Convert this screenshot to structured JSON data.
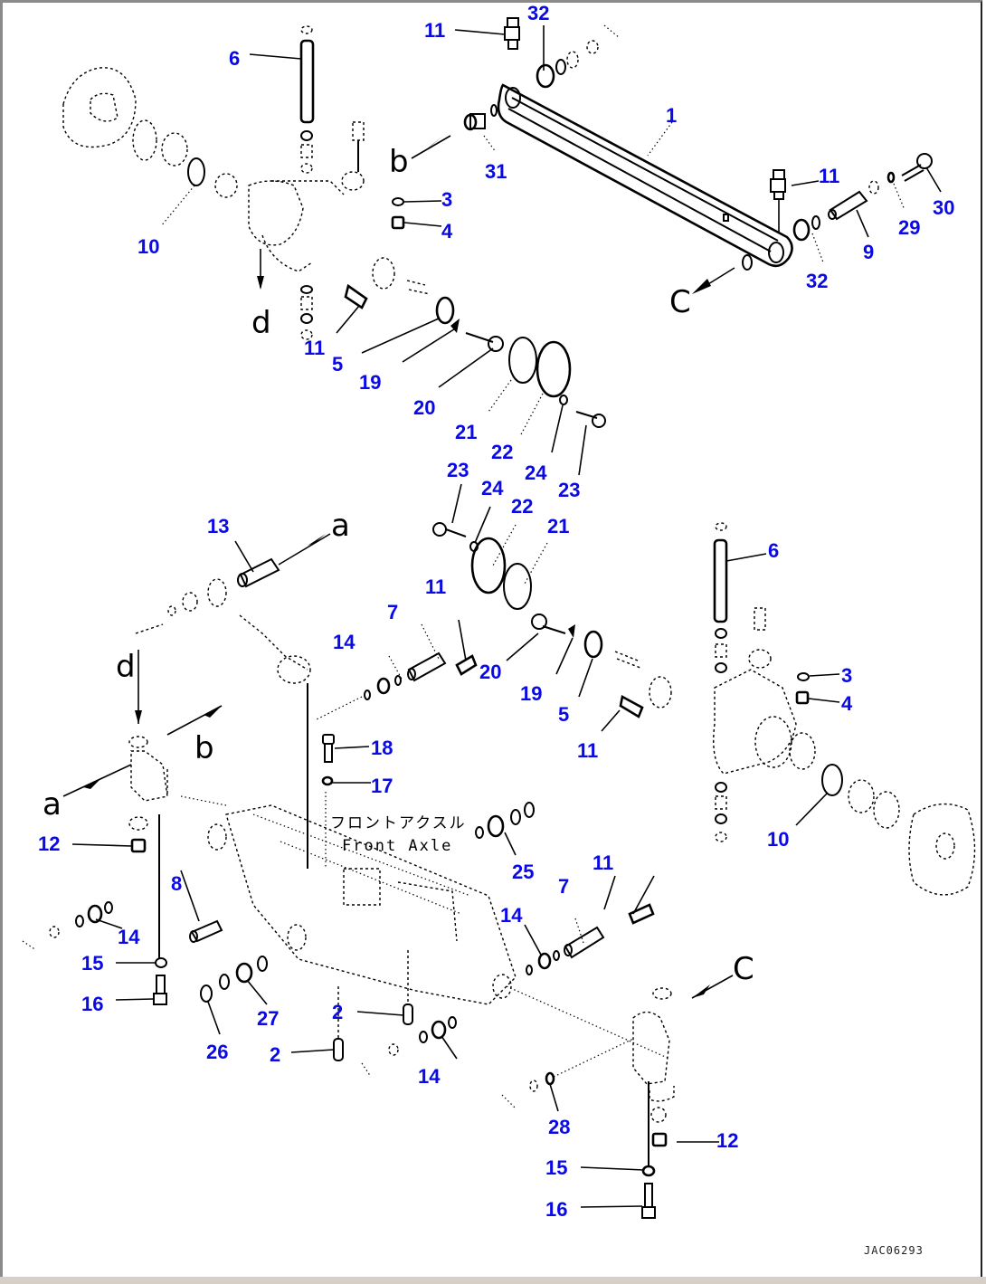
{
  "figure": {
    "title_jp": "フロントアクスル",
    "title_en": "Front Axle",
    "figure_code": "JAC06293"
  },
  "reference_letters": {
    "a": "a",
    "b": "b",
    "c": "C",
    "d": "d"
  },
  "callouts": {
    "c1": "1",
    "c2a": "2",
    "c2b": "2",
    "c3a": "3",
    "c3b": "3",
    "c4a": "4",
    "c4b": "4",
    "c5a": "5",
    "c5b": "5",
    "c6a": "6",
    "c6b": "6",
    "c7a": "7",
    "c7b": "7",
    "c8": "8",
    "c9": "9",
    "c10a": "10",
    "c10b": "10",
    "c11a": "11",
    "c11b": "11",
    "c11c": "11",
    "c11d": "11",
    "c11e": "11",
    "c11f": "11",
    "c12a": "12",
    "c12b": "12",
    "c13": "13",
    "c14a": "14",
    "c14b": "14",
    "c14c": "14",
    "c14d": "14",
    "c15a": "15",
    "c15b": "15",
    "c16a": "16",
    "c16b": "16",
    "c17": "17",
    "c18": "18",
    "c19a": "19",
    "c19b": "19",
    "c20a": "20",
    "c20b": "20",
    "c21a": "21",
    "c21b": "21",
    "c22a": "22",
    "c22b": "22",
    "c23a": "23",
    "c23b": "23",
    "c24a": "24",
    "c24b": "24",
    "c25": "25",
    "c26": "26",
    "c27": "27",
    "c28": "28",
    "c29": "29",
    "c30": "30",
    "c31": "31",
    "c32a": "32",
    "c32b": "32"
  },
  "colors": {
    "callout": "#0a0ae6",
    "line": "#000000",
    "background": "#ffffff"
  }
}
